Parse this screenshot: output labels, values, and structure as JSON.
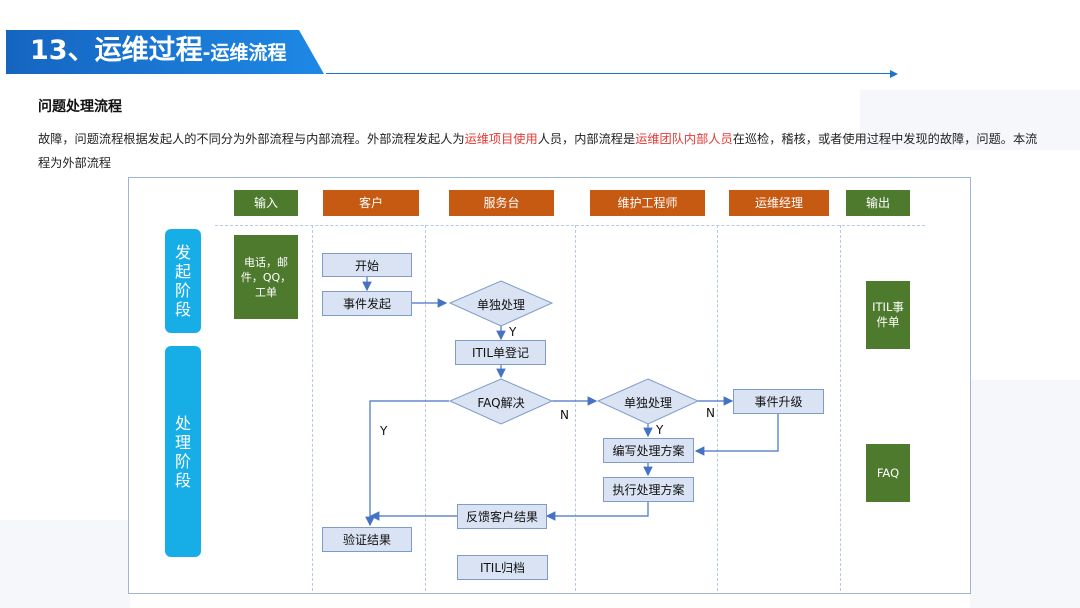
{
  "header": {
    "title_main": "13、运维过程",
    "title_sub": "-运维流程"
  },
  "section": {
    "heading": "问题处理流程",
    "desc_part1": "故障，问题流程根据发起人的不同分为外部流程与内部流程。外部流程发起人为",
    "desc_hl1": "运维项目使用",
    "desc_part2": "人员，内部流程是",
    "desc_hl2": "运维团队内部人员",
    "desc_part3": "在巡检，稽核，或者使用过程中发现的故障，问题。本流程为外部流程",
    "highlight_color": "#e53935"
  },
  "colors": {
    "accent_blue": "#1e88e5",
    "header_green": "#4e7a2e",
    "header_orange": "#c65a12",
    "phase_blue": "#17aee8",
    "process_fill": "#dae3f3"
  },
  "diagram": {
    "columns": [
      "输入",
      "客户",
      "服务台",
      "维护工程师",
      "运维经理",
      "输出"
    ],
    "phases": [
      "发起阶段",
      "处理阶段"
    ],
    "input_box": "电话，邮件，QQ，工单",
    "output_boxes": [
      "ITIL事件单",
      "FAQ"
    ],
    "nodes": {
      "start": "开始",
      "event_initiate": "事件发起",
      "handle_alone_1": "单独处理",
      "itil_register": "ITIL单登记",
      "faq_solve": "FAQ解决",
      "handle_alone_2": "单独处理",
      "event_escalate": "事件升级",
      "write_plan": "编写处理方案",
      "execute_plan": "执行处理方案",
      "feedback": "反馈客户结果",
      "verify": "验证结果",
      "itil_archive": "ITIL归档"
    },
    "labels": {
      "y1": "Y",
      "n1": "N",
      "y2": "Y",
      "n2": "N",
      "y3": "Y"
    }
  }
}
